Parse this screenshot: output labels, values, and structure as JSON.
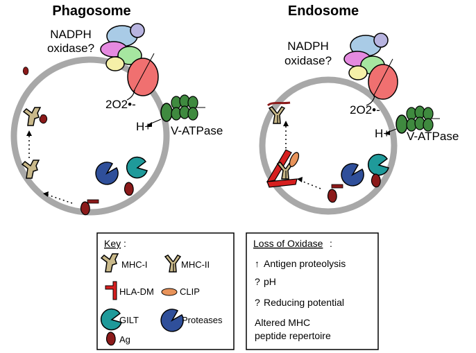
{
  "panels": {
    "phagosome": {
      "title": "Phagosome",
      "nadph_line1": "NADPH",
      "nadph_line2": "oxidase?",
      "superoxide": "2O2•-",
      "proton": "H+",
      "vatpase": "V-ATPase"
    },
    "endosome": {
      "title": "Endosome",
      "nadph_line1": "NADPH",
      "nadph_line2": "oxidase?",
      "superoxide": "2O2•-",
      "proton": "H+",
      "vatpase": "V-ATPase"
    }
  },
  "key": {
    "heading": "Key",
    "heading_suffix": ":",
    "items": {
      "mhc1": "MHC-I",
      "mhc2": "MHC-II",
      "hladm": "HLA-DM",
      "clip": "CLIP",
      "gilt": "GILT",
      "proteases": "Proteases",
      "ag": "Ag"
    }
  },
  "loss": {
    "heading": "Loss of Oxidase",
    "heading_suffix": ":",
    "row1_symbol": "↑",
    "row1": "Antigen proteolysis",
    "row2_symbol": "?",
    "row2": "pH",
    "row3_symbol": "?",
    "row3": "Reducing potential",
    "row4_line1": "Altered MHC",
    "row4_line2": "peptide repertoire"
  },
  "colors": {
    "membrane": "#a8a8a8",
    "mhc": "#c9b98a",
    "protease": "#2f4f9a",
    "gilt": "#1f9a9a",
    "antigen": "#8b1a1a",
    "hladm": "#d61f1f",
    "clip": "#e8935a",
    "oxidase_blue": "#a9cbe6",
    "oxidase_lavender": "#b8b4e0",
    "oxidase_pink": "#e58ae0",
    "oxidase_green": "#a6e6a0",
    "oxidase_yellow": "#f5f0a8",
    "oxidase_red": "#f07070",
    "vatpase_green": "#3f8a3f"
  }
}
